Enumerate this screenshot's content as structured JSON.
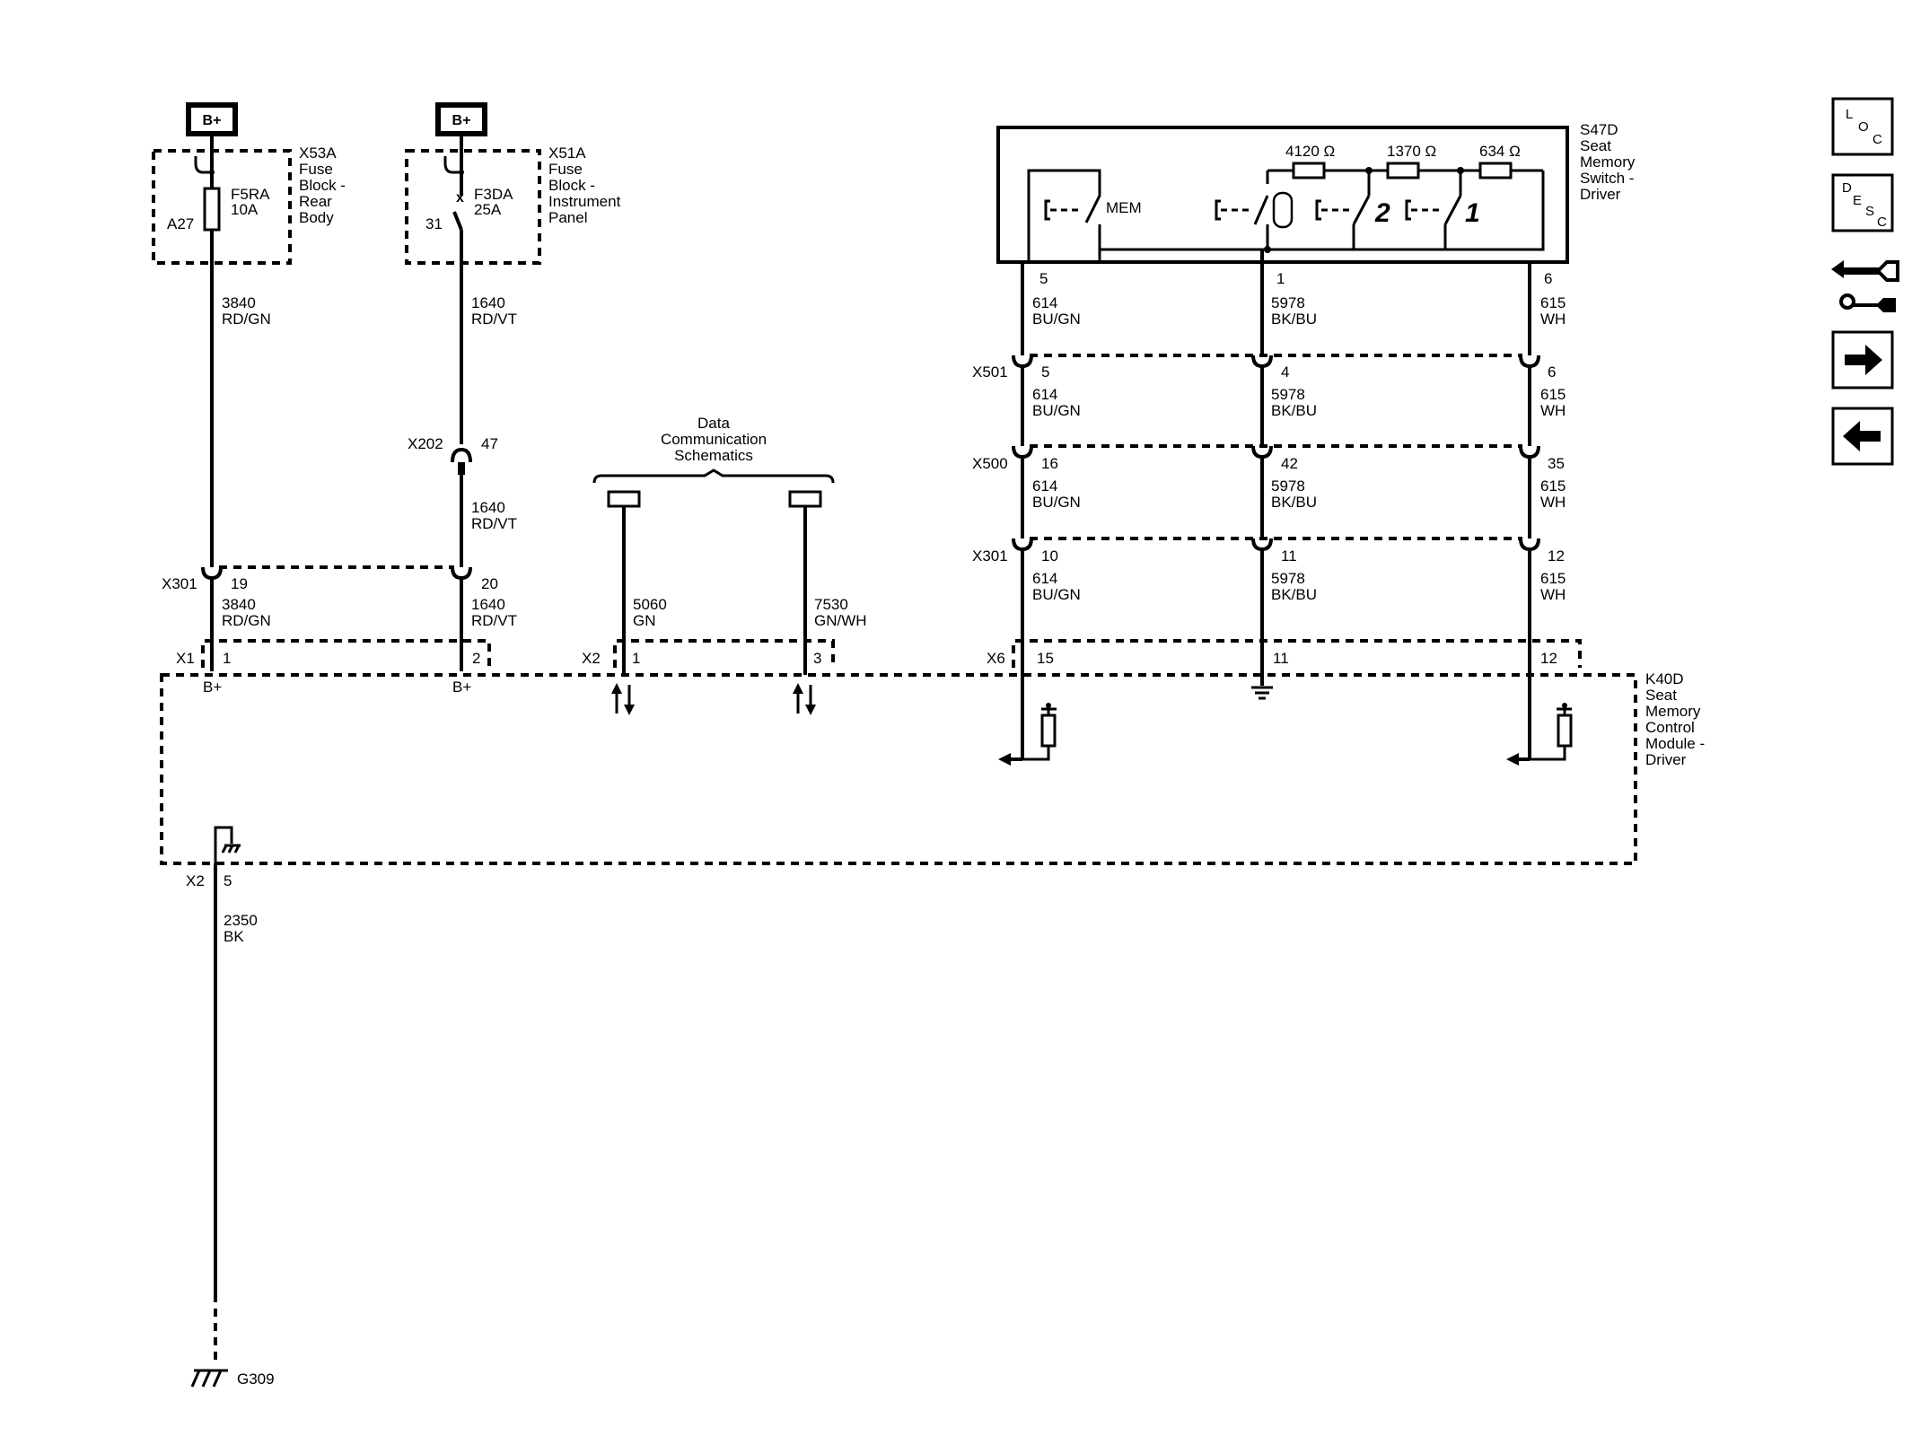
{
  "fuses": [
    {
      "id": "x53a",
      "b_plus": "B+",
      "connector": "X53A",
      "desc": [
        "Fuse",
        "Block -",
        "Rear",
        "Body"
      ],
      "fuse": "F5RA",
      "amps": "10A",
      "terminal": "A27"
    },
    {
      "id": "x51a",
      "b_plus": "B+",
      "connector": "X51A",
      "desc": [
        "Fuse",
        "Block -",
        "Instrument",
        "Panel"
      ],
      "fuse": "F3DA",
      "amps": "25A",
      "terminal": "31"
    }
  ],
  "wires": {
    "w3840": {
      "circuit": "3840",
      "color": "RD/GN"
    },
    "w1640": {
      "circuit": "1640",
      "color": "RD/VT"
    },
    "w5060": {
      "circuit": "5060",
      "color": "GN"
    },
    "w7530": {
      "circuit": "7530",
      "color": "GN/WH"
    },
    "w614": {
      "circuit": "614",
      "color": "BU/GN"
    },
    "w5978": {
      "circuit": "5978",
      "color": "BK/BU"
    },
    "w615": {
      "circuit": "615",
      "color": "WH"
    },
    "w2350": {
      "circuit": "2350",
      "color": "BK"
    }
  },
  "connectors": {
    "x202": {
      "name": "X202",
      "pin": "47"
    },
    "x301_left": {
      "name": "X301",
      "pins": [
        "19",
        "20"
      ]
    },
    "x501": {
      "name": "X501",
      "pins": [
        "5",
        "4",
        "6"
      ]
    },
    "x500": {
      "name": "X500",
      "pins": [
        "16",
        "42",
        "35"
      ]
    },
    "x301_right": {
      "name": "X301",
      "pins": [
        "10",
        "11",
        "12"
      ]
    },
    "x1": {
      "name": "X1",
      "pins": [
        "1",
        "2"
      ],
      "labels": [
        "B+",
        "B+"
      ]
    },
    "x2_data": {
      "name": "X2",
      "pins": [
        "1",
        "3"
      ]
    },
    "x6": {
      "name": "X6",
      "pins": [
        "15",
        "11",
        "12"
      ]
    },
    "x2_ground": {
      "name": "X2",
      "pin": "5"
    }
  },
  "data_comm": {
    "lines": [
      "Data",
      "Communication",
      "Schematics"
    ]
  },
  "switch": {
    "name": "S47D",
    "desc": [
      "Seat",
      "Memory",
      "Switch -",
      "Driver"
    ],
    "mem_label": "MEM",
    "pins": [
      "5",
      "1",
      "6"
    ],
    "resistors": [
      "4120 Ω",
      "1370 Ω",
      "634 Ω"
    ],
    "button_glyphs": [
      "2",
      "1"
    ]
  },
  "module": {
    "name": "K40D",
    "desc": [
      "Seat",
      "Memory",
      "Control",
      "Module -",
      "Driver"
    ]
  },
  "ground": {
    "name": "G309"
  },
  "nav": {
    "loc": [
      "L",
      "O",
      "C"
    ],
    "desc": [
      "D",
      "E",
      "S",
      "C"
    ]
  }
}
